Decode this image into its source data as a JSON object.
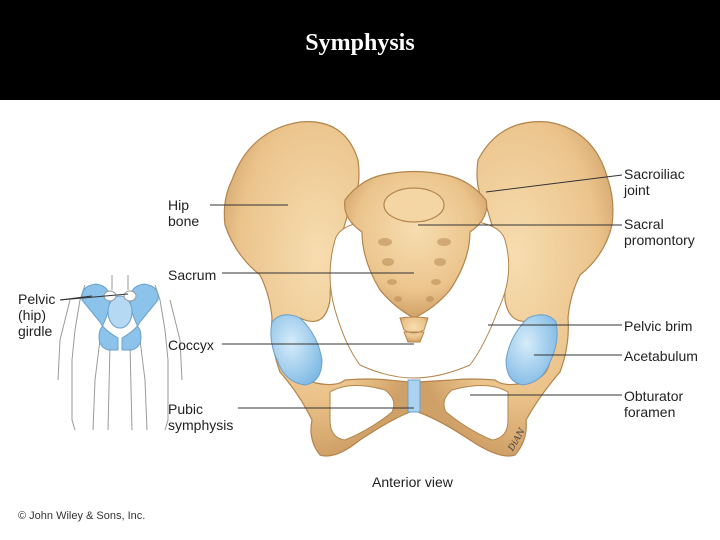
{
  "slide": {
    "title": "Symphysis"
  },
  "figure": {
    "labels": {
      "hip_bone": "Hip\nbone",
      "sacrum": "Sacrum",
      "pelvic_girdle": "Pelvic\n(hip)\ngirdle",
      "coccyx": "Coccyx",
      "pubic_symphysis": "Pubic\nsymphysis",
      "sacroiliac_joint": "Sacroiliac\njoint",
      "sacral_promontory": "Sacral\npromontory",
      "pelvic_brim": "Pelvic brim",
      "acetabulum": "Acetabulum",
      "obturator_foramen": "Obturator\nforamen"
    },
    "view_caption": "Anterior view",
    "copyright": "© John Wiley & Sons, Inc.",
    "artist_signature": "DiAN"
  },
  "colors": {
    "title_bar": "#000000",
    "bone": "#EBC48C",
    "bone_shadow": "#C99B5C",
    "cartilage": "#8CC3EA",
    "leader_line": "#333333"
  }
}
